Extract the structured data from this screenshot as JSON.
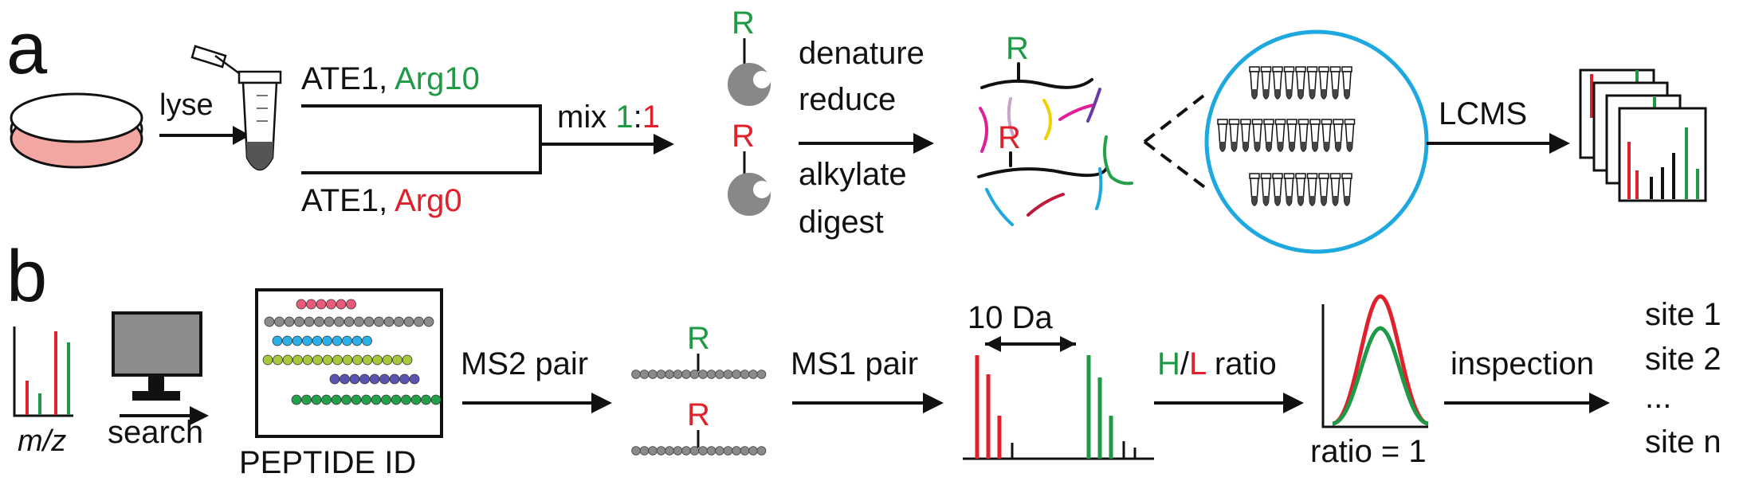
{
  "colors": {
    "heavy": "#1e9a46",
    "light": "#e0202a",
    "blue_ring": "#1ea8e0",
    "dish_fill": "#f2a7a3",
    "enzyme": "#888888",
    "bead_gray": "#8a8a8a",
    "bead_pink": "#e85a7a",
    "bead_cyan": "#2ab0e8",
    "bead_lime": "#a6c83a",
    "bead_purple": "#5a54b0",
    "bead_green": "#22a04a",
    "monitor": "#8c8c8c"
  },
  "panel_a": {
    "letter": "a",
    "lyse": "lyse",
    "branch_top_prefix": "ATE1, ",
    "branch_top_label": "Arg10",
    "branch_bottom_prefix": "ATE1, ",
    "branch_bottom_label": "Arg0",
    "mix": "mix ",
    "mix_ratio_h": "1",
    "mix_colon": ":",
    "mix_ratio_l": "1",
    "r_heavy": "R",
    "r_light": "R",
    "steps": [
      "denature",
      "reduce",
      "alkylate",
      "digest"
    ],
    "peptide_r_top": "R",
    "peptide_r_mid": "R",
    "lcms": "LCMS"
  },
  "panel_b": {
    "letter": "b",
    "mz": "m/z",
    "search": "search",
    "peptide_id": "PEPTIDE ID",
    "ms2_pair": "MS2 pair",
    "r_heavy": "R",
    "r_light": "R",
    "ms1_pair": "MS1 pair",
    "da_label": "10 Da",
    "ratio_h": "H",
    "ratio_slash": "/",
    "ratio_l": "L",
    "ratio_word": " ratio",
    "ratio_eq": "ratio = 1",
    "inspection": "inspection",
    "sites": [
      "site 1",
      "site 2",
      "...",
      "site n"
    ]
  }
}
